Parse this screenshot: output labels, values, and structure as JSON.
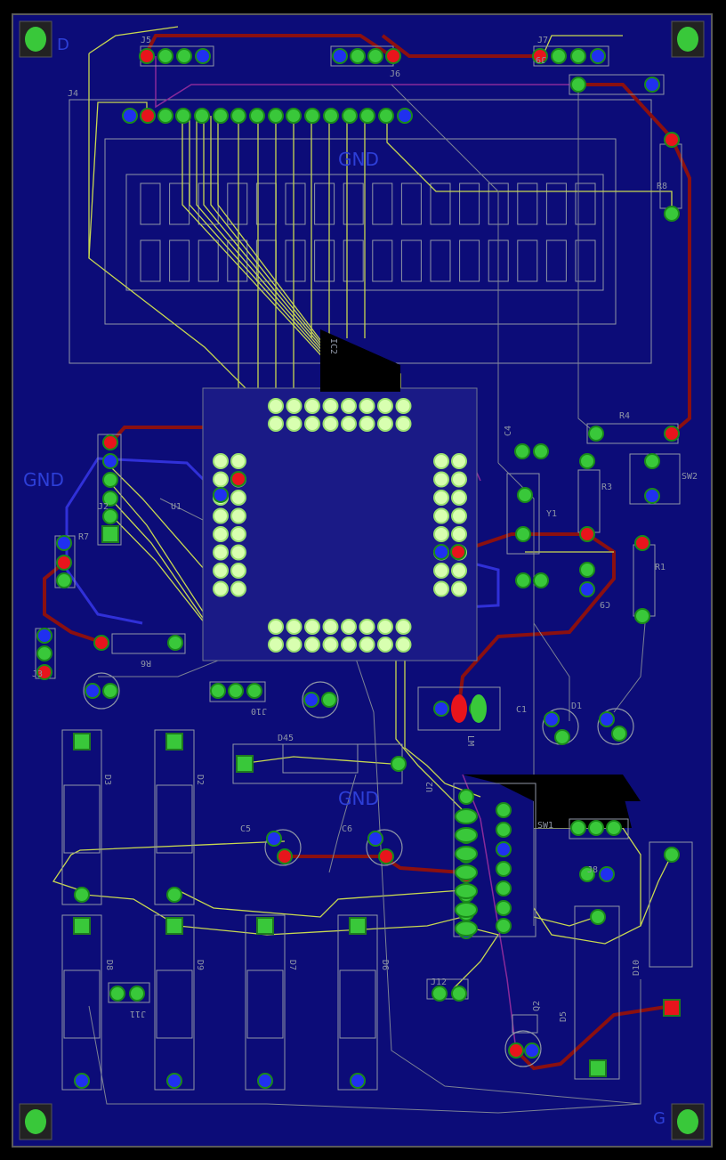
{
  "board": {
    "colors": {
      "background": "#000000",
      "copper_pour": "#0c0c78",
      "outline": "#5a5a5a",
      "silkscreen": "#8f96a6",
      "top_trace": "#8b1010",
      "bottom_trace": "#3030d8",
      "pad_green": "#39c83a",
      "pad_red": "#e8141c",
      "pad_blue": "#2030f0",
      "via": "#d8ffb0",
      "airwire": "#d8e060",
      "ratsnest_purple": "#8a2a9a"
    },
    "corner_labels": {
      "top_left": "D",
      "bottom_right": "G"
    },
    "net_labels": [
      "GND",
      "GND",
      "GND"
    ]
  },
  "designators": {
    "J1": "J5",
    "J2": "J6",
    "J3": "J7",
    "J4": "J4",
    "R8": "R8",
    "IC2": "IC2",
    "C4": "C4",
    "R4": "R4",
    "R3": "R3",
    "SW2": "SW2",
    "Y1": "Y1",
    "R1": "R1",
    "C9": "C9",
    "J2b": "J2",
    "R7": "R7",
    "J3b": "J3",
    "R6": "R6",
    "J10": "J10",
    "D45": "D45",
    "D1": "D1",
    "C1": "C1",
    "LM": "LM",
    "U2": "U2",
    "SW1": "SW1",
    "C5": "C5",
    "C6": "C6",
    "D3": "D3",
    "D2": "D2",
    "J8": "J8",
    "D8": "D8",
    "D9": "D9",
    "D7": "D7",
    "D6": "D6",
    "J11": "J11",
    "J12": "J12",
    "D5": "D5",
    "D10": "D10",
    "Q2": "Q2",
    "J9": "J9",
    "U1": "U1"
  }
}
